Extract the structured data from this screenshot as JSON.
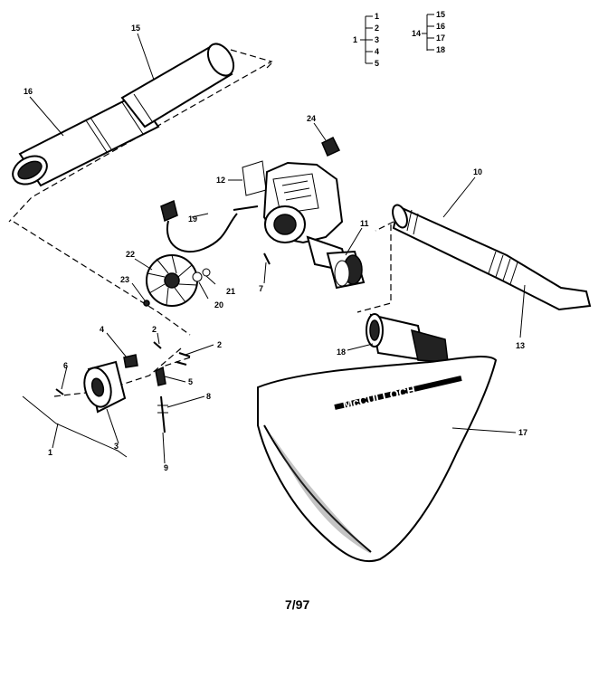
{
  "diagram": {
    "date_code": "7/97",
    "brand_text": "McCULLOCH",
    "legend": {
      "group_a": {
        "parent": "1",
        "children": [
          "1",
          "2",
          "3",
          "4",
          "5"
        ]
      },
      "group_b": {
        "parent": "14",
        "children": [
          "15",
          "16",
          "17",
          "18"
        ]
      }
    },
    "callouts": {
      "c1": "1",
      "c2a": "2",
      "c2b": "2",
      "c3": "3",
      "c4": "4",
      "c5": "5",
      "c6": "6",
      "c7": "7",
      "c8": "8",
      "c9": "9",
      "c10": "10",
      "c11": "11",
      "c12": "12",
      "c13": "13",
      "c15": "15",
      "c16": "16",
      "c17": "17",
      "c18": "18",
      "c19": "19",
      "c20": "20",
      "c21": "21",
      "c22": "22",
      "c23": "23",
      "c24": "24"
    }
  }
}
